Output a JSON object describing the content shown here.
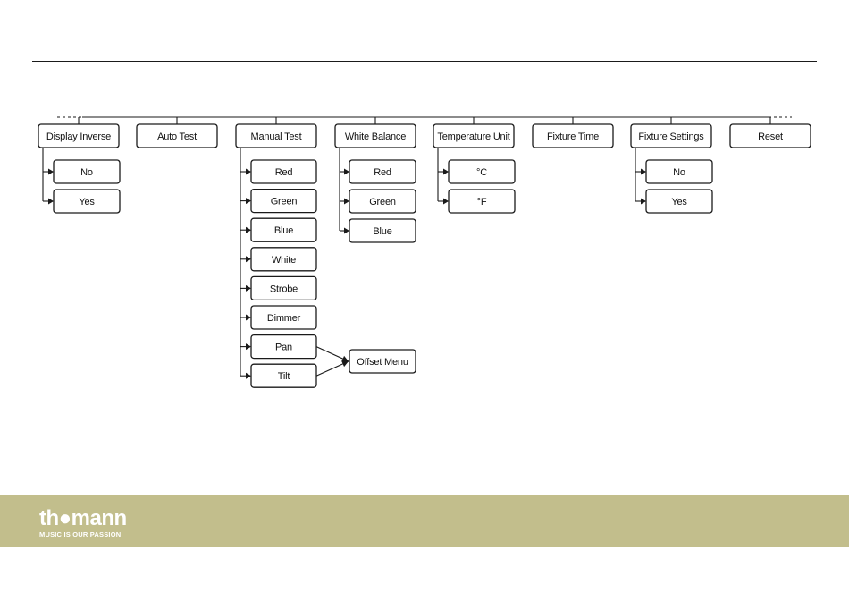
{
  "menu": {
    "top_items": [
      "Display Inverse",
      "Auto Test",
      "Manual Test",
      "White Balance",
      "Temperature Unit",
      "Fixture Time",
      "Fixture Settings",
      "Reset"
    ],
    "display_inverse_options": [
      "No",
      "Yes"
    ],
    "manual_test_options": [
      "Red",
      "Green",
      "Blue",
      "White",
      "Strobe",
      "Dimmer",
      "Pan",
      "Tilt"
    ],
    "white_balance_options": [
      "Red",
      "Green",
      "Blue"
    ],
    "temperature_unit_options": [
      "°C",
      "°F"
    ],
    "fixture_settings_options": [
      "No",
      "Yes"
    ],
    "offset_menu_label": "Offset Menu"
  },
  "footer": {
    "brand": "th●mann",
    "tagline": "MUSIC IS OUR PASSION",
    "background_color": "#c2be8c",
    "text_color": "#ffffff"
  }
}
